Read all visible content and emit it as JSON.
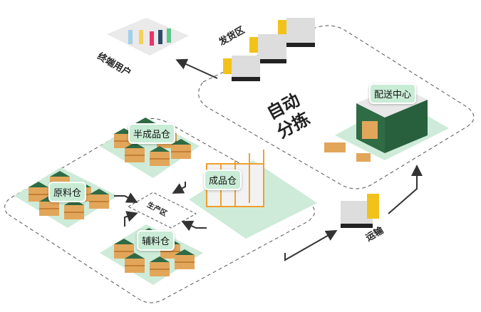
{
  "labels": {
    "end_users": "终端用户",
    "shipping_area": "发货区",
    "auto_sorting": "自动分拣",
    "distribution_center": "配送中心",
    "semi_finished_warehouse": "半成品仓",
    "raw_material_warehouse": "原料仓",
    "finished_goods_warehouse": "成品仓",
    "production_area": "生产区",
    "auxiliary_material_warehouse": "辅料仓",
    "transport": "运输"
  },
  "colors": {
    "platform": "#cdebd8",
    "roof": "#2f6b45",
    "box": "#e2a65a",
    "truck_cab": "#f2c21b",
    "arrow": "#333333"
  }
}
